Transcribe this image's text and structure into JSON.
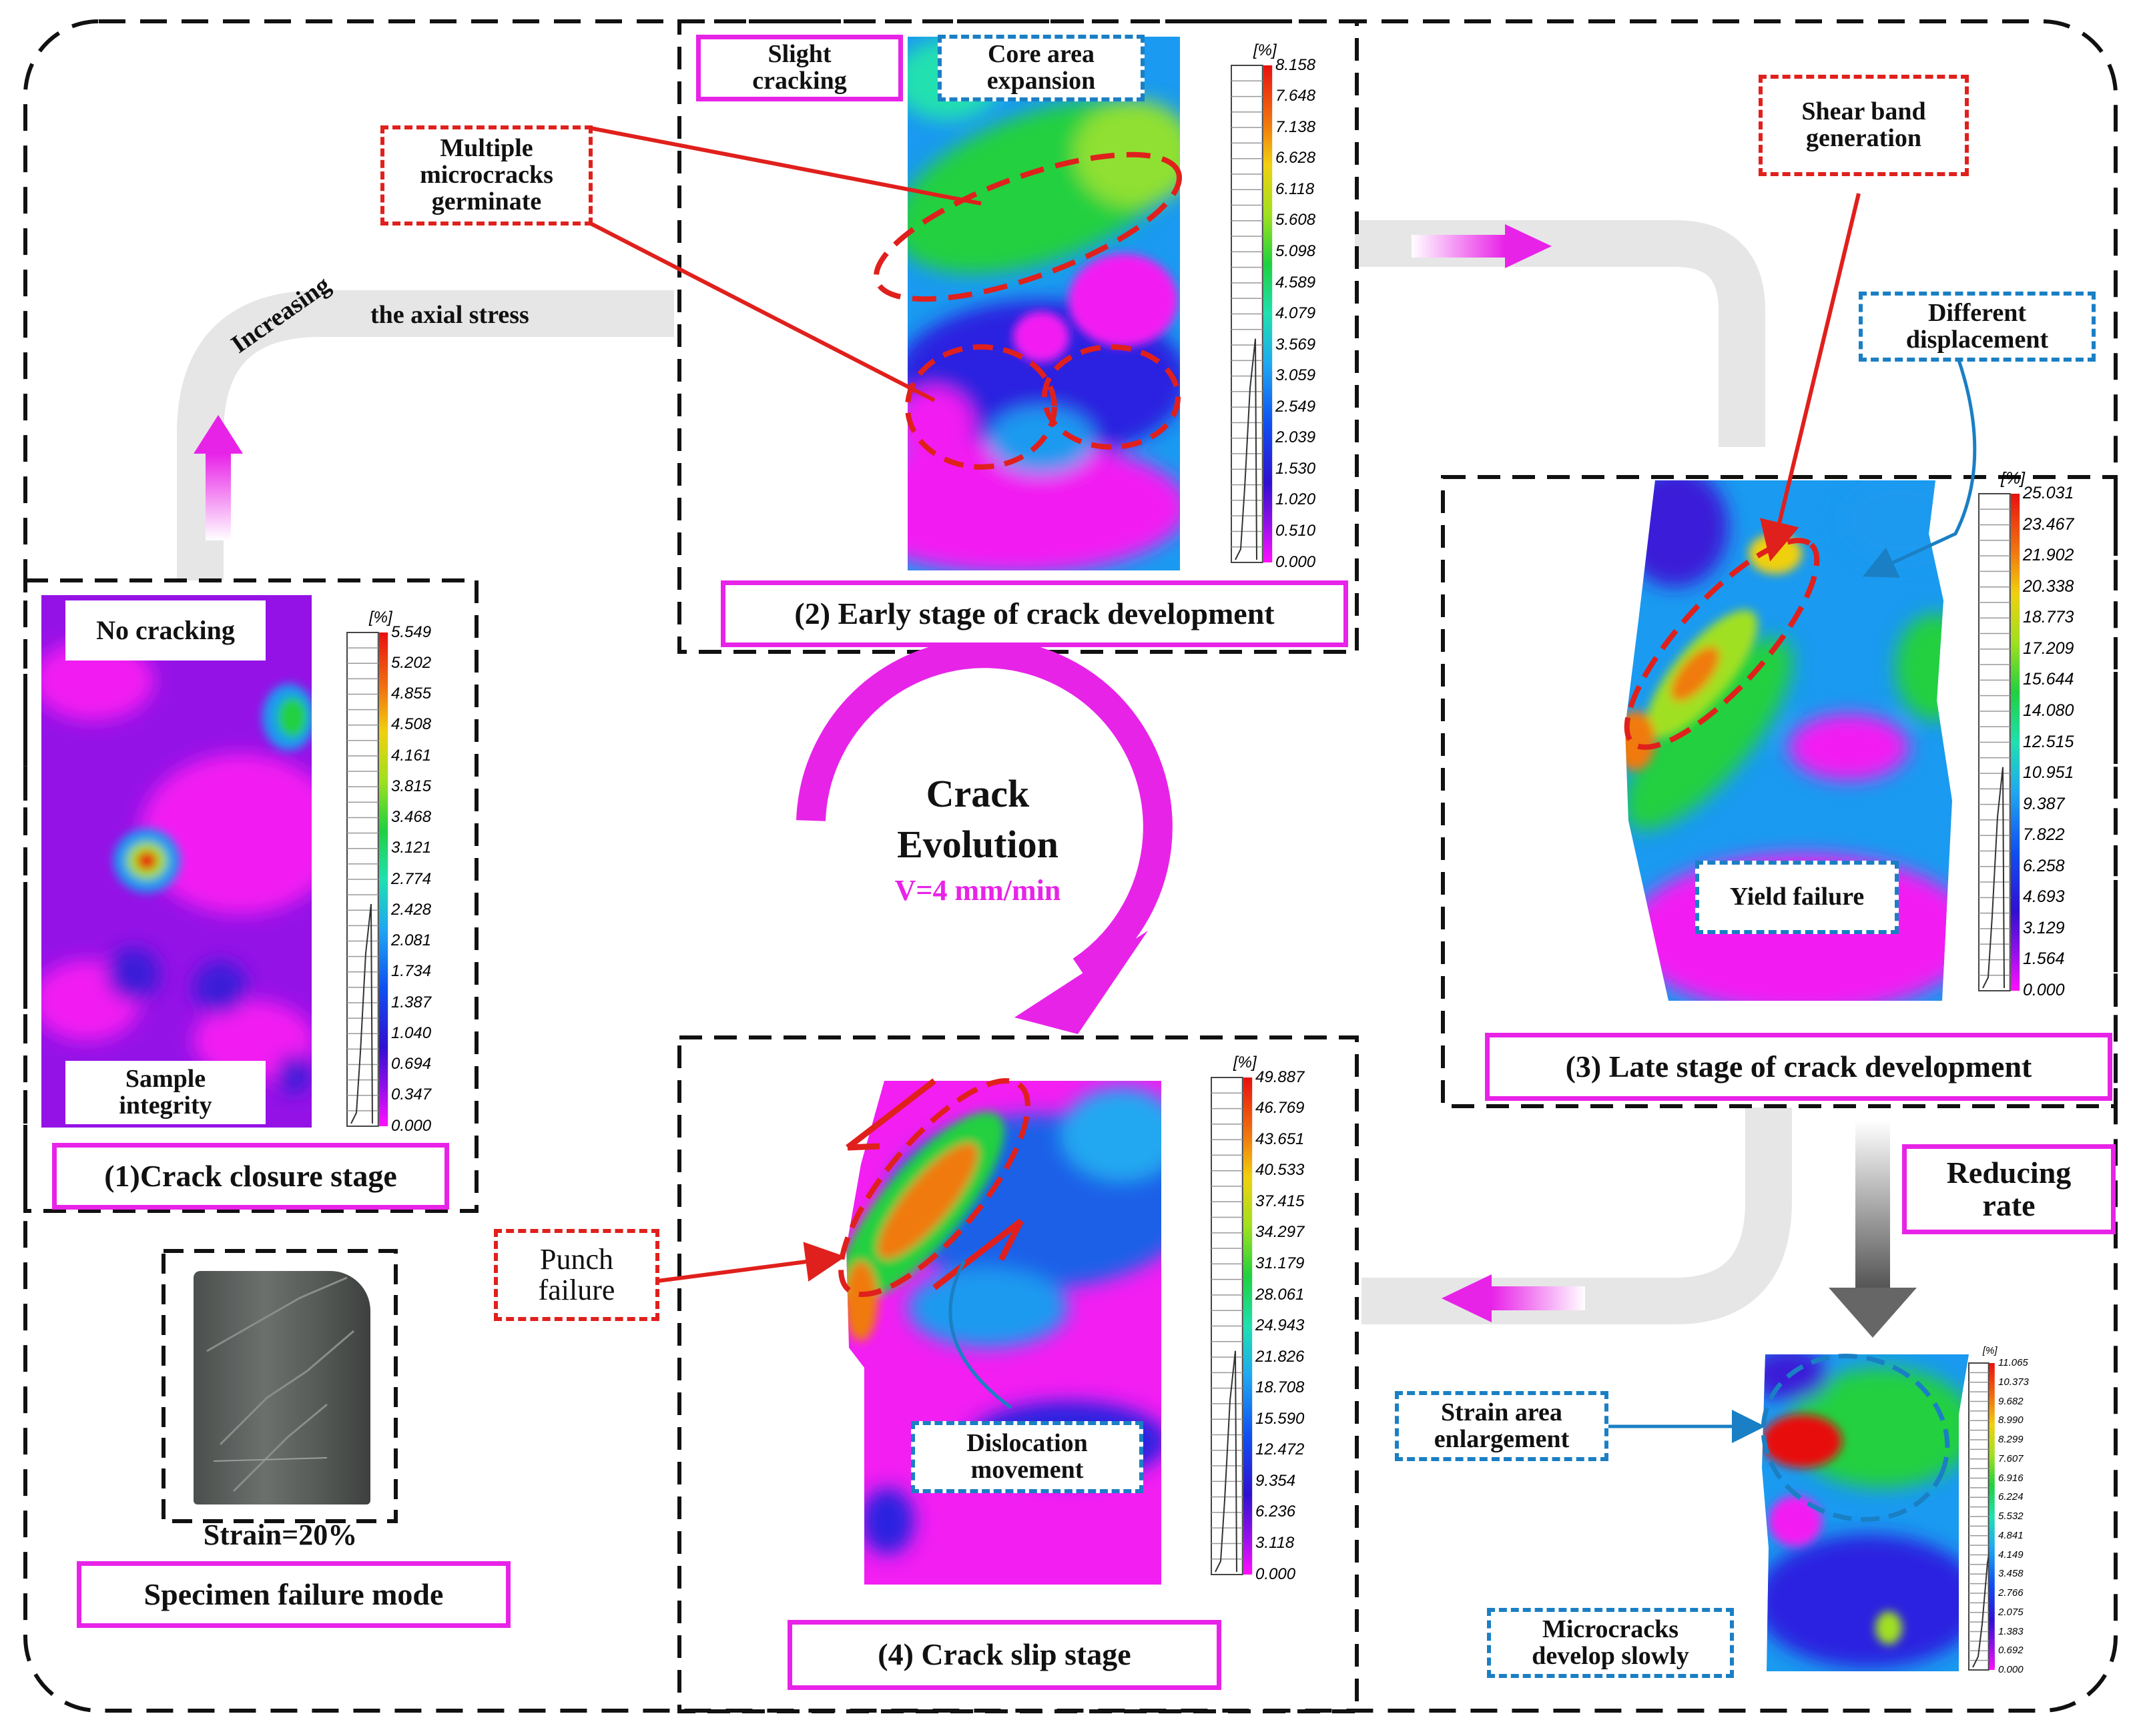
{
  "colors": {
    "magenta": "#e823e8",
    "red_dash": "#e0201c",
    "blue_dash": "#1a7fc4",
    "grey_flow": "#e6e6e6",
    "frame": "#111111"
  },
  "top": {
    "slight_cracking": "Slight\ncracking",
    "core_area": "Core area\nexpansion",
    "multiple_microcracks": "Multiple\nmicrocracks\ngerminate",
    "axial_stress_left": "Increasing",
    "axial_stress_right": "the axial stress",
    "shear_band": "Shear band\ngeneration",
    "different_displacement": "Different\ndisplacement"
  },
  "stage1": {
    "title": "(1)Crack closure stage",
    "no_cracking": "No cracking",
    "sample_integrity": "Sample\nintegrity",
    "unit": "[%]",
    "scale": [
      "5.549",
      "5.202",
      "4.855",
      "4.508",
      "4.161",
      "3.815",
      "3.468",
      "3.121",
      "2.774",
      "2.428",
      "2.081",
      "1.734",
      "1.387",
      "1.040",
      "0.694",
      "0.347",
      "0.000"
    ]
  },
  "stage2": {
    "title": "(2) Early stage of crack development",
    "unit": "[%]",
    "scale": [
      "8.158",
      "7.648",
      "7.138",
      "6.628",
      "6.118",
      "5.608",
      "5.098",
      "4.589",
      "4.079",
      "3.569",
      "3.059",
      "2.549",
      "2.039",
      "1.530",
      "1.020",
      "0.510",
      "0.000"
    ]
  },
  "stage3": {
    "title": "(3) Late stage of crack development",
    "yield_failure": "Yield failure",
    "unit": "[%]",
    "scale": [
      "25.031",
      "23.467",
      "21.902",
      "20.338",
      "18.773",
      "17.209",
      "15.644",
      "14.080",
      "12.515",
      "10.951",
      "9.387",
      "7.822",
      "6.258",
      "4.693",
      "3.129",
      "1.564",
      "0.000"
    ]
  },
  "stage4": {
    "title": "(4) Crack slip stage",
    "dislocation": "Dislocation\nmovement",
    "punch_failure": "Punch\nfailure",
    "unit": "[%]",
    "scale": [
      "49.887",
      "46.769",
      "43.651",
      "40.533",
      "37.415",
      "34.297",
      "31.179",
      "28.061",
      "24.943",
      "21.826",
      "18.708",
      "15.590",
      "12.472",
      "9.354",
      "6.236",
      "3.118",
      "0.000"
    ]
  },
  "center": {
    "crack": "Crack",
    "evolution": "Evolution",
    "rate": "V=4 mm/min"
  },
  "reducing_rate": "Reducing\nrate",
  "specimen": {
    "strain": "Strain=20%",
    "title": "Specimen failure mode"
  },
  "small": {
    "strain_area": "Strain area\nenlargement",
    "microcracks_slow": "Microcracks\ndevelop slowly",
    "unit": "[%]",
    "scale": [
      "11.065",
      "10.373",
      "9.682",
      "8.990",
      "8.299",
      "7.607",
      "6.916",
      "6.224",
      "5.532",
      "4.841",
      "4.149",
      "3.458",
      "2.766",
      "2.075",
      "1.383",
      "0.692",
      "0.000"
    ]
  }
}
